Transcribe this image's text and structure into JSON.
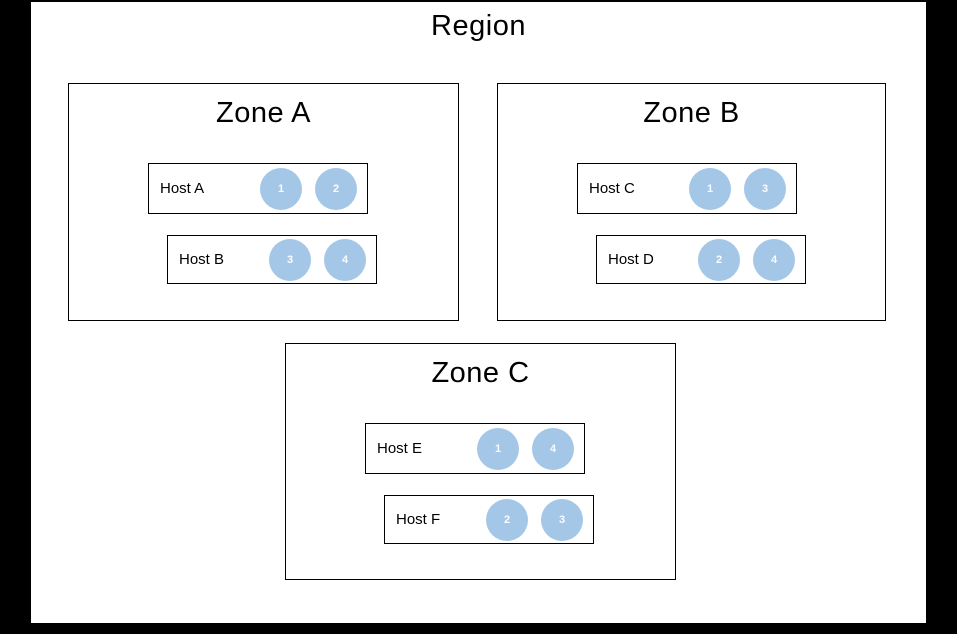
{
  "title": "Region",
  "colors": {
    "background": "#000000",
    "surface": "#ffffff",
    "border": "#000000",
    "circle_fill": "#a4c7e8",
    "circle_text": "#fafcfe"
  },
  "zones": [
    {
      "label": "Zone A",
      "hosts": [
        {
          "label": "Host A",
          "vms": [
            "1",
            "2"
          ]
        },
        {
          "label": "Host B",
          "vms": [
            "3",
            "4"
          ]
        }
      ]
    },
    {
      "label": "Zone B",
      "hosts": [
        {
          "label": "Host C",
          "vms": [
            "1",
            "3"
          ]
        },
        {
          "label": "Host D",
          "vms": [
            "2",
            "4"
          ]
        }
      ]
    },
    {
      "label": "Zone C",
      "hosts": [
        {
          "label": "Host E",
          "vms": [
            "1",
            "4"
          ]
        },
        {
          "label": "Host F",
          "vms": [
            "2",
            "3"
          ]
        }
      ]
    }
  ]
}
